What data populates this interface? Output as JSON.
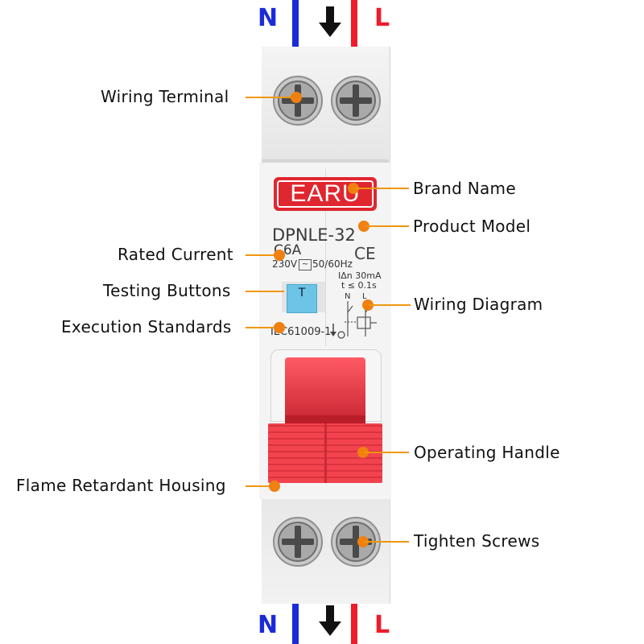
{
  "wiring_top": {
    "neutral": "N",
    "live": "L"
  },
  "wiring_bottom": {
    "neutral": "N",
    "live": "L"
  },
  "device": {
    "brand": "EARU",
    "model": "DPNLE-32",
    "rating": "C6A",
    "voltage": "230V",
    "frequency": "50/60Hz",
    "ce_mark": "CE",
    "test_button": "T",
    "residual_current": "IΔn 30mA",
    "trip_time": "t ≤ 0.1s",
    "diagram_n": "N",
    "diagram_l": "L",
    "standard": "IEC61009-1"
  },
  "callouts": {
    "wiring_terminal": "Wiring Terminal",
    "brand_name": "Brand Name",
    "product_model": "Product Model",
    "rated_current": "Rated Current",
    "testing_buttons": "Testing Buttons",
    "wiring_diagram": "Wiring Diagram",
    "execution_standards": "Execution Standards",
    "operating_handle": "Operating Handle",
    "flame_retardant_housing": "Flame Retardant Housing",
    "tighten_screws": "Tighten Screws"
  },
  "colors": {
    "neutral_wire": "#1a2bd8",
    "live_wire": "#ee1c2b",
    "callout": "#f08010",
    "brand_badge": "#e0262f",
    "handle": "#f2434f",
    "housing": "#efefef"
  },
  "icons": [
    "arrow-down-icon",
    "screw-icon",
    "test-button-icon",
    "ce-mark-icon",
    "earth-symbol-icon"
  ]
}
